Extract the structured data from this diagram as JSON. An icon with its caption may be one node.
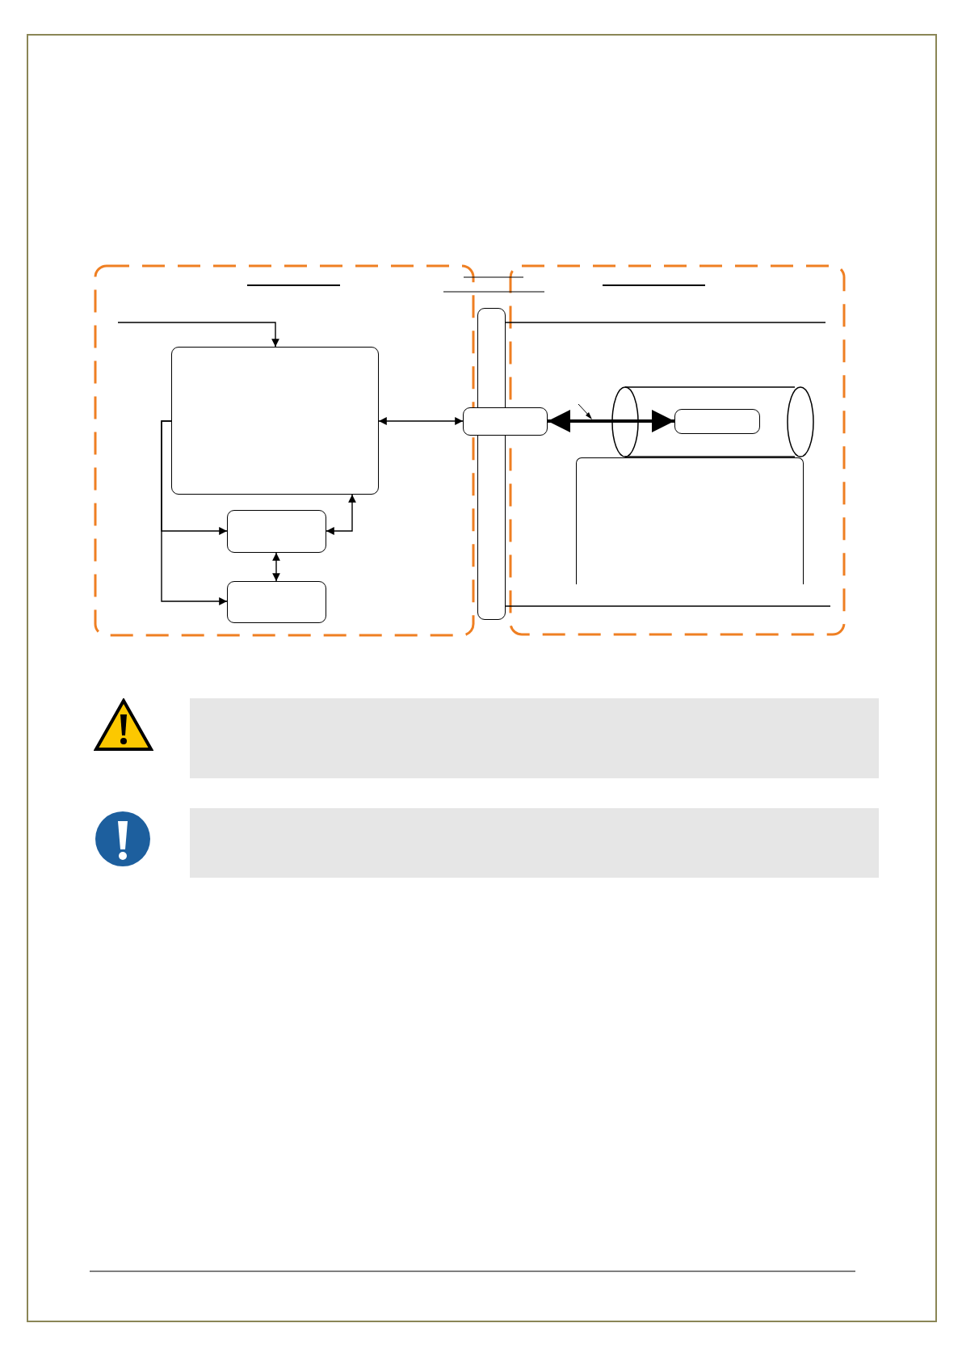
{
  "diagram": {
    "nodes": [
      {
        "text": [],
        "shape": "box"
      },
      {
        "text": [],
        "shape": "box"
      },
      {
        "text": [],
        "shape": "box"
      },
      {
        "text": [],
        "shape": "bar"
      },
      {
        "text": [],
        "shape": "box"
      },
      {
        "text": [],
        "shape": "cylinder"
      },
      {
        "text": [],
        "shape": "box",
        "in": 5
      },
      {
        "text": [],
        "shape": "box"
      }
    ],
    "edges": [
      {
        "from": null,
        "to": 0,
        "arrow": "to"
      },
      {
        "from": 0,
        "to": 4,
        "arrow": "both"
      },
      {
        "from": 0,
        "to": 1,
        "arrow": "to"
      },
      {
        "from": 0,
        "to": 2,
        "arrow": "to"
      },
      {
        "from": 1,
        "to": 0,
        "arrow": "both"
      },
      {
        "from": 1,
        "to": 2,
        "arrow": "both"
      },
      {
        "from": 4,
        "to": 6,
        "arrow": "both",
        "style": "thick"
      },
      {
        "from": 3,
        "to": null,
        "arrow": "none"
      },
      {
        "from": 3,
        "to": null,
        "arrow": "none"
      }
    ]
  }
}
